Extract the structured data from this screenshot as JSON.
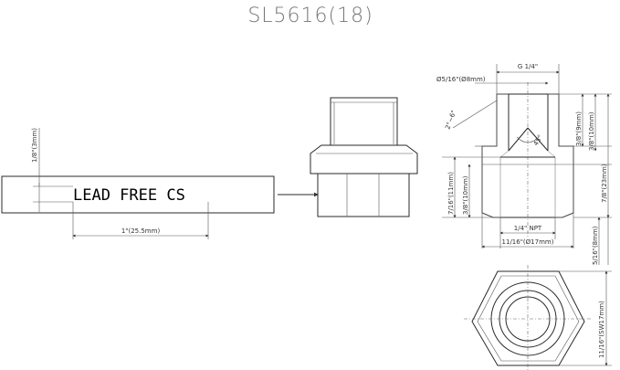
{
  "title": "SL5616(18)",
  "marking": {
    "text": "LEAD FREE CS",
    "height_label": "1/8\"(3mm)",
    "width_label": "1\"(25.5mm)"
  },
  "section": {
    "thread_g": "G 1/4\"",
    "outer_dia": "Ø5/16\"(Ø8mm)",
    "chamfer": "2°~6°",
    "angle": "45°",
    "top_h1": "3/8\"(9mm)",
    "top_h2": "3/8\"(10mm)",
    "total_h": "7/8\"(23mm)",
    "low_h1": "7/16\"(11mm)",
    "low_h2": "3/8\"(10mm)",
    "npt": "1/4\" NPT",
    "hex_dia": "11/16\"(Ø17mm)",
    "bottom_h": "5/16\"(8mm)"
  },
  "hex_view": {
    "across_flats": "11/16\"(SW17mm)"
  }
}
